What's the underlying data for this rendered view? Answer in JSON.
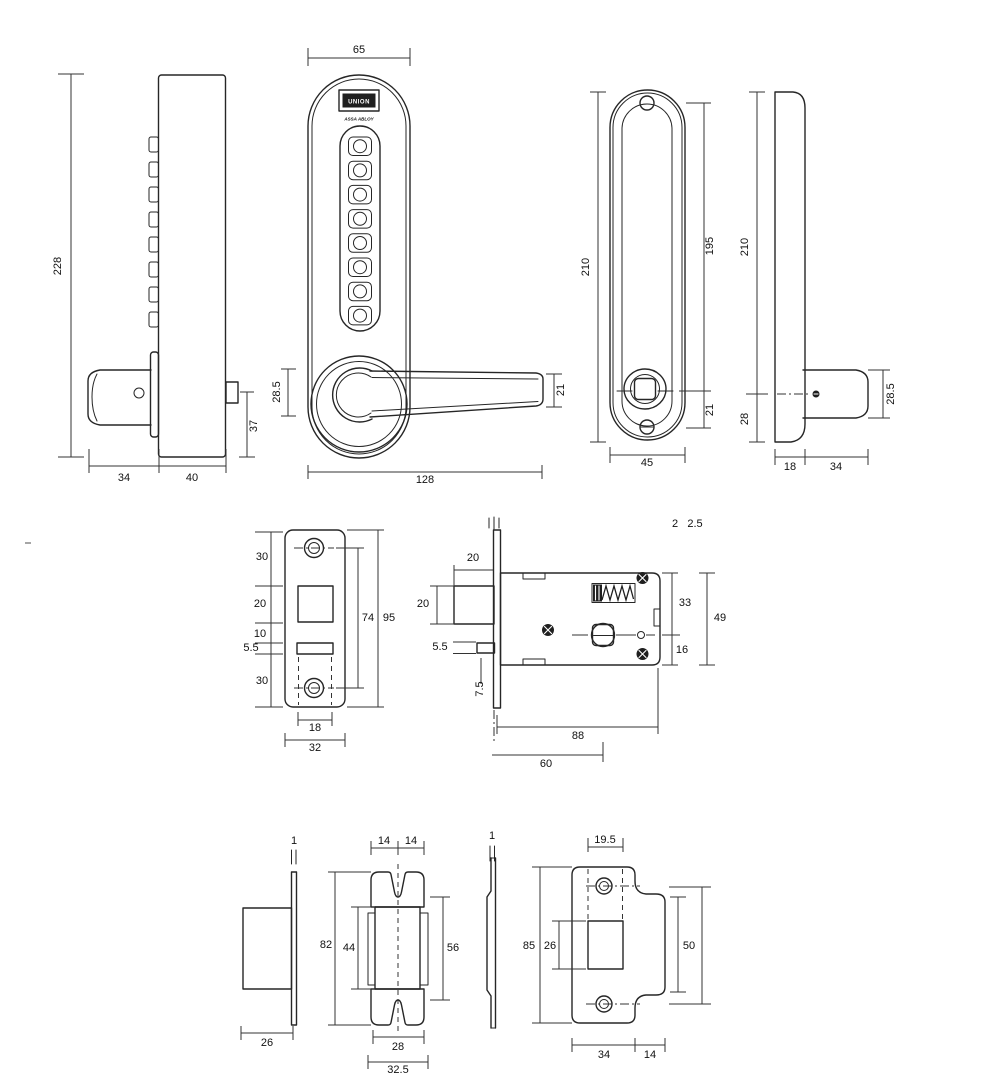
{
  "brand": {
    "logo": "UNION",
    "tagline": "ASSA ABLOY"
  },
  "views": {
    "lock_side": {
      "height": "228",
      "knob_depth": "34",
      "body_depth": "40",
      "bolt_offset": "37"
    },
    "lock_front": {
      "width": "65",
      "length": "128",
      "lever_thickness": "21",
      "rose_offset": "28.5"
    },
    "backplate_front": {
      "height": "210",
      "screw_span": "195",
      "spindle_offset": "21",
      "width": "45"
    },
    "backplate_side": {
      "height": "210",
      "bottom_offset": "28",
      "knob_height": "28.5",
      "plate_depth": "18",
      "knob_depth": "34"
    },
    "faceplate": {
      "seg_top": "30",
      "seg_latch": "20",
      "seg_mid": "10",
      "seg_slot": "5.5",
      "seg_bottom": "30",
      "screw_span": "74",
      "height": "95",
      "inner_width": "18",
      "width": "32"
    },
    "latch_case": {
      "bolt_depth": "20",
      "bolt_height": "20",
      "deadbolt_height": "5.5",
      "deadbolt_offset": "7.5",
      "plate_thickness_a": "2",
      "plate_thickness_b": "2.5",
      "hub_to_top": "33",
      "hub_to_bottom": "16",
      "case_height": "49",
      "case_depth": "88",
      "backset": "60"
    },
    "tubular_side": {
      "plate_thickness": "1",
      "body_depth": "26"
    },
    "tubular_front": {
      "notch_left": "14",
      "notch_right": "14",
      "height": "82",
      "body_height": "44",
      "tab_height": "56",
      "width": "28",
      "overall_width": "32.5"
    },
    "strike_side": {
      "plate_thickness": "1"
    },
    "strike_front": {
      "screw_offset": "19.5",
      "height": "85",
      "hole_height": "26",
      "lip_height": "50",
      "width": "34",
      "lip_width": "14"
    }
  }
}
